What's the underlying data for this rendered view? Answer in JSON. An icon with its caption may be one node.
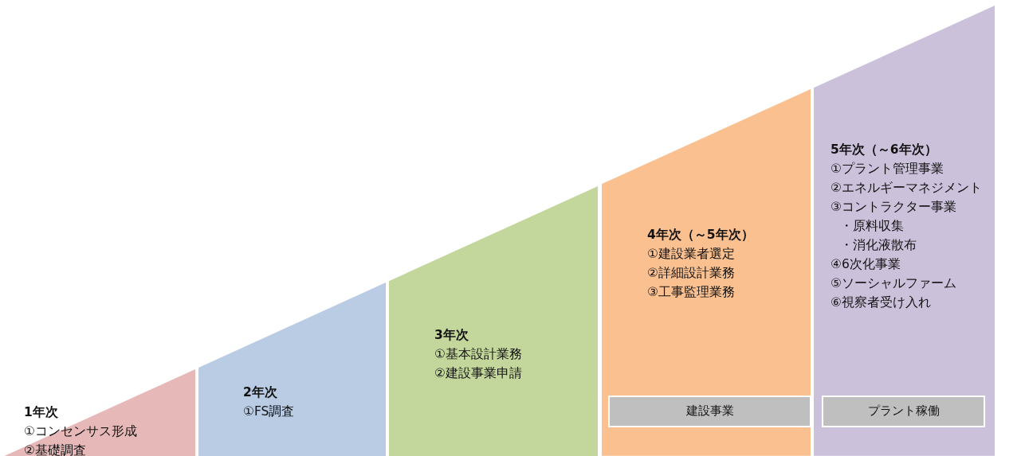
{
  "diagram": {
    "nodes": [
      {
        "text": [
          "1年次",
          "①コンセンサス形成",
          "②基礎調査"
        ]
      },
      {
        "text": [
          "2年次",
          "①FS調査"
        ]
      },
      {
        "text": [
          "3年次",
          "①基本設計業務",
          "②建設事業申請"
        ]
      },
      {
        "text": [
          "4年次（～5年次）",
          "①建設業者選定",
          "②詳細設計業務",
          "③工事監理業務"
        ]
      },
      {
        "text": [
          "建設事業"
        ],
        "in": 3
      },
      {
        "text": [
          "5年次（～6年次）",
          "①プラント管理事業",
          "②エネルギーマネジメント",
          "③コントラクター事業",
          "・原料収集",
          "・消化液散布",
          "④6次化事業",
          "⑤ソーシャルファーム",
          "⑥視察者受け入れ"
        ]
      },
      {
        "text": [
          "プラント稼働"
        ],
        "in": 5
      }
    ]
  }
}
